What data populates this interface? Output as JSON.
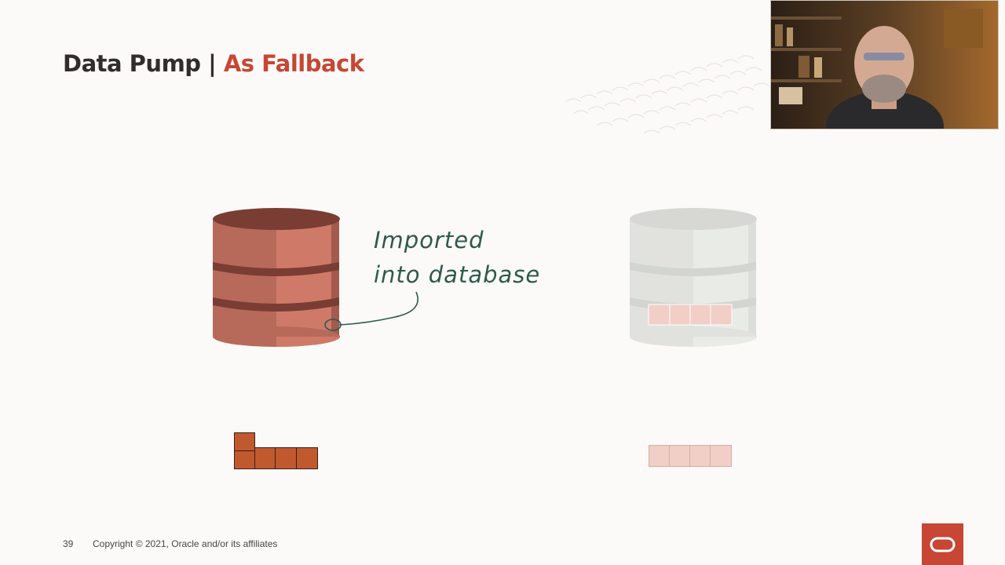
{
  "slide": {
    "title_main": "Data Pump | ",
    "title_accent": "As Fallback",
    "annotation_line1": "Imported",
    "annotation_line2": "into database",
    "page_number": "39",
    "copyright": "Copyright © 2021, Oracle and/or its affiliates"
  },
  "colors": {
    "accent": "#c74634",
    "database_active": "#c0725f",
    "database_inactive": "#e3e4e0",
    "blocks_active": "#c1592e",
    "blocks_faded": "#f1cfc6",
    "annotation_ink": "#2e5a4e"
  },
  "icons": {
    "left_database": "database-icon",
    "right_database": "database-icon",
    "logo": "oracle-logo-icon",
    "video": "presenter-video"
  }
}
